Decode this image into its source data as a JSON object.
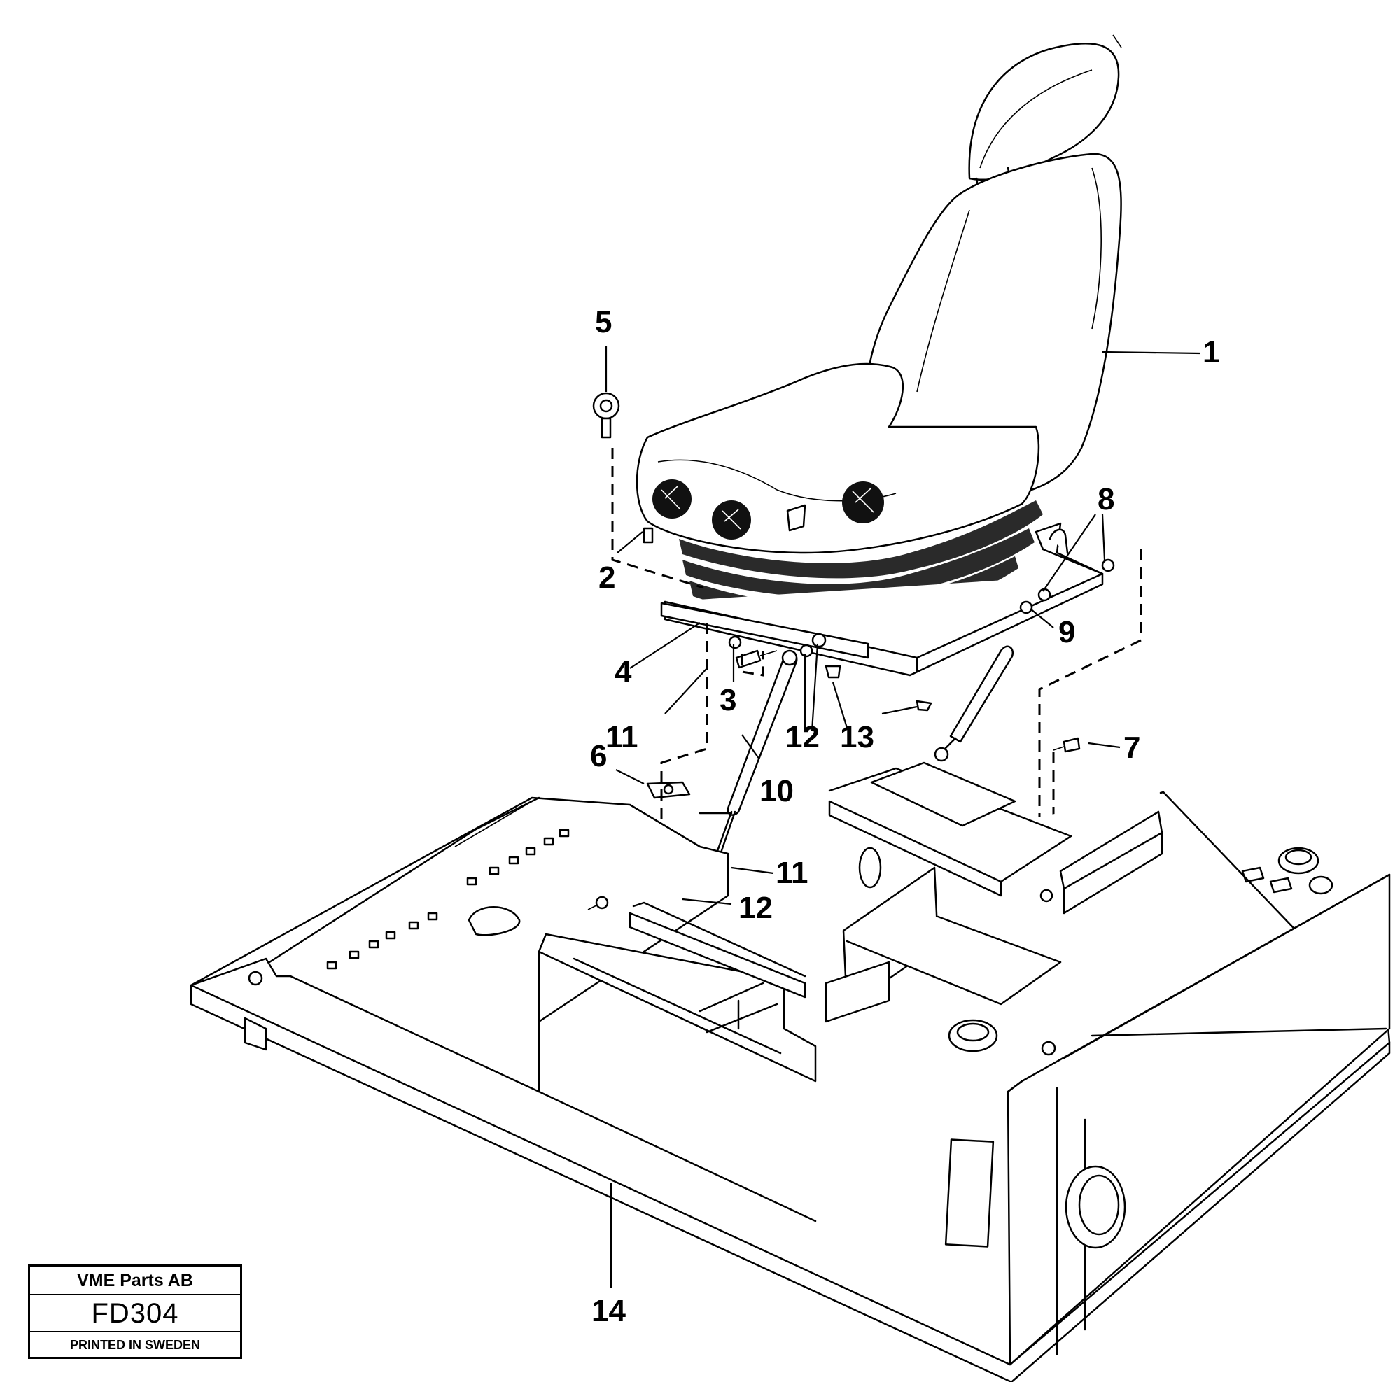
{
  "title_block": {
    "company": "VME Parts AB",
    "drawing_code": "FD304",
    "printed": "PRINTED IN SWEDEN"
  },
  "callouts": [
    "1",
    "2",
    "3",
    "4",
    "5",
    "6",
    "7",
    "8",
    "9",
    "10",
    "11",
    "11",
    "12",
    "12",
    "13",
    "14"
  ]
}
